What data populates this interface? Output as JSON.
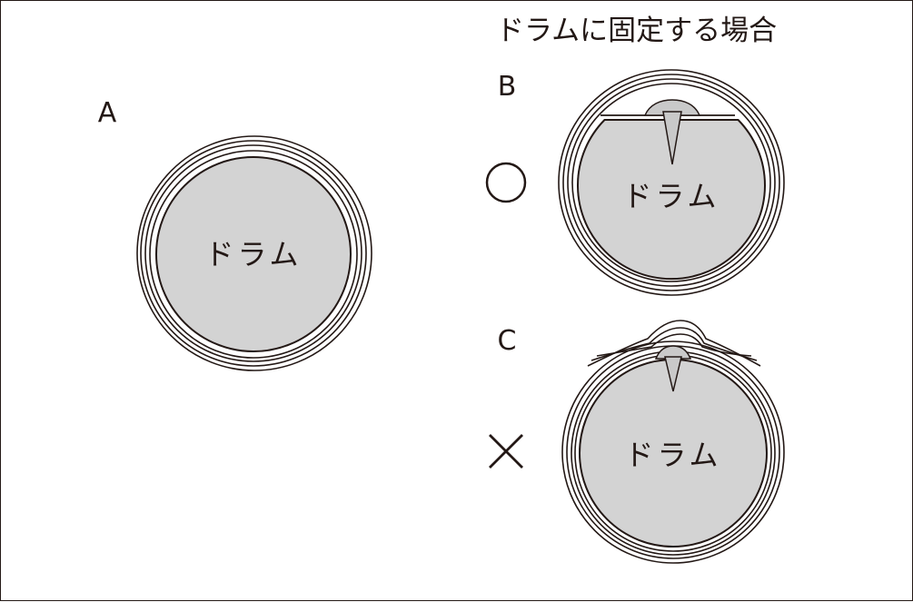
{
  "heading": "ドラムに固定する場合",
  "drum_label": "ドラム",
  "case_a": {
    "letter": "A"
  },
  "case_b": {
    "letter": "B",
    "mark": "○"
  },
  "case_c": {
    "letter": "C",
    "mark": "×"
  },
  "colors": {
    "drum_fill": "#d3d3d3",
    "line": "#231815",
    "background": "#ffffff"
  }
}
